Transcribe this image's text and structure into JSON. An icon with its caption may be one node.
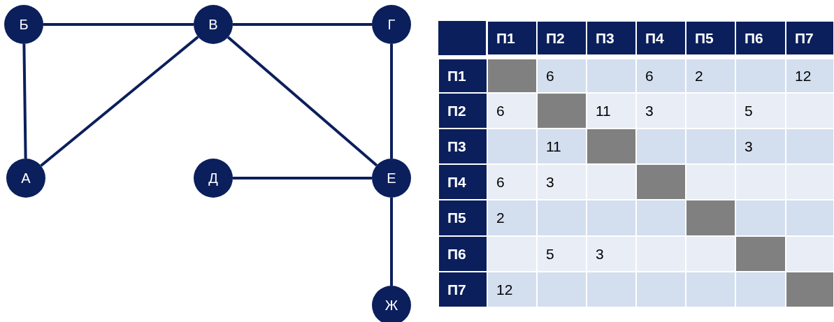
{
  "diagram": {
    "nodes": [
      {
        "text": [
          "Б"
        ]
      },
      {
        "text": [
          "В"
        ]
      },
      {
        "text": [
          "Г"
        ]
      },
      {
        "text": [
          "А"
        ]
      },
      {
        "text": [
          "Д"
        ]
      },
      {
        "text": [
          "Е"
        ]
      },
      {
        "text": [
          "Ж"
        ]
      }
    ],
    "edges": [
      {
        "from": 0,
        "to": 1,
        "arrow": "none"
      },
      {
        "from": 1,
        "to": 2,
        "arrow": "none"
      },
      {
        "from": 0,
        "to": 3,
        "arrow": "none"
      },
      {
        "from": 1,
        "to": 3,
        "arrow": "none"
      },
      {
        "from": 1,
        "to": 5,
        "arrow": "none"
      },
      {
        "from": 2,
        "to": 5,
        "arrow": "none"
      },
      {
        "from": 4,
        "to": 5,
        "arrow": "none"
      },
      {
        "from": 5,
        "to": 6,
        "arrow": "none"
      }
    ],
    "labels": [
      "П1",
      "П2",
      "П3",
      "П4",
      "П5",
      "П6",
      "П7",
      "П1",
      "6",
      "6",
      "2",
      "12",
      "П2",
      "6",
      "11",
      "3",
      "5",
      "П3",
      "11",
      "3",
      "П4",
      "6",
      "3",
      "П5",
      "2",
      "П6",
      "5",
      "3",
      "П7",
      "12"
    ]
  }
}
